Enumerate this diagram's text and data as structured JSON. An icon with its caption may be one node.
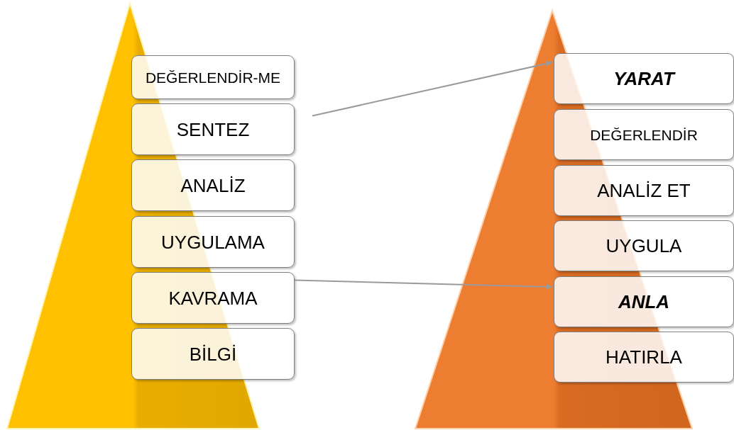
{
  "diagram": {
    "nodes": [
      {
        "text": [
          "DEĞERLENDİR-ME"
        ]
      },
      {
        "text": [
          "SENTEZ"
        ]
      },
      {
        "text": [
          "ANALİZ"
        ]
      },
      {
        "text": [
          "UYGULAMA"
        ]
      },
      {
        "text": [
          "KAVRAMA"
        ]
      },
      {
        "text": [
          "BİLGİ"
        ]
      },
      {
        "text": [
          "YARAT"
        ]
      },
      {
        "text": [
          "DEĞERLENDİR"
        ]
      },
      {
        "text": [
          "ANALİZ ET"
        ]
      },
      {
        "text": [
          "UYGULA"
        ]
      },
      {
        "text": [
          "ANLA"
        ]
      },
      {
        "text": [
          "HATIRLA"
        ]
      }
    ],
    "edges": [
      {
        "from": 1,
        "to": 6,
        "arrow": "to"
      },
      {
        "from": 4,
        "to": 10,
        "arrow": "to"
      }
    ]
  }
}
